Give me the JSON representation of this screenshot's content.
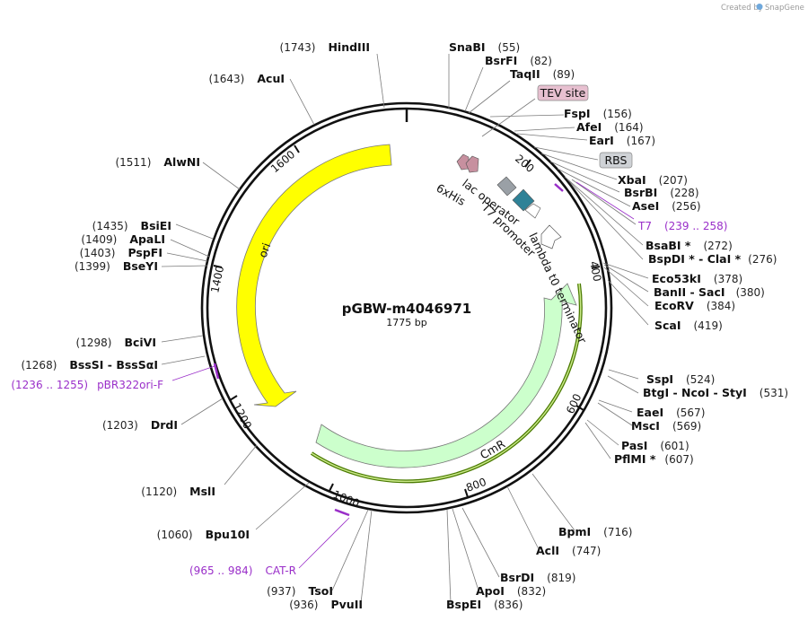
{
  "credit": {
    "text": "Created by",
    "brand": "SnapGene"
  },
  "map": {
    "title": "pGBW-m4046971",
    "length_label": "1775 bp",
    "total_bp": 1775,
    "ticks": [
      {
        "bp": 200,
        "label": "200"
      },
      {
        "bp": 400,
        "label": "400"
      },
      {
        "bp": 600,
        "label": "600"
      },
      {
        "bp": 800,
        "label": "800"
      },
      {
        "bp": 1000,
        "label": "1000"
      },
      {
        "bp": 1200,
        "label": "1200"
      },
      {
        "bp": 1400,
        "label": "1400"
      },
      {
        "bp": 1600,
        "label": "1600"
      }
    ]
  },
  "features": [
    {
      "name": "ori",
      "label": "ori",
      "color": "#ffff00"
    },
    {
      "name": "cmr",
      "label": "CmR",
      "color": "#ccffcc"
    },
    {
      "name": "lac-operator",
      "label": "lac operator",
      "color": "#9aa0a6"
    },
    {
      "name": "t7-promoter",
      "label": "T7 promoter",
      "color": "#2f8297"
    },
    {
      "name": "lambda-t0",
      "label": "lambda t0 terminator",
      "color": "#ffffff"
    },
    {
      "name": "6xhis",
      "label": "6xHis",
      "color": "#c7909f"
    }
  ],
  "boxed_labels": [
    {
      "name": "tev-site",
      "label": "TEV site",
      "color": "#e7c0d0"
    },
    {
      "name": "rbs",
      "label": "RBS",
      "color": "#cfd2d6"
    }
  ],
  "enzymes": [
    {
      "name": "SnaBI",
      "pos": "(55)"
    },
    {
      "name": "BsrFI",
      "pos": "(82)"
    },
    {
      "name": "TaqII",
      "pos": "(89)"
    },
    {
      "name": "FspI",
      "pos": "(156)"
    },
    {
      "name": "AfeI",
      "pos": "(164)"
    },
    {
      "name": "EarI",
      "pos": "(167)"
    },
    {
      "name": "XbaI",
      "pos": "(207)"
    },
    {
      "name": "BsrBI",
      "pos": "(228)"
    },
    {
      "name": "AseI",
      "pos": "(256)"
    },
    {
      "name": "BsaBI *",
      "pos": "(272)"
    },
    {
      "name": "BspDI * - ClaI *",
      "pos": "(276)"
    },
    {
      "name": "Eco53kI",
      "pos": "(378)"
    },
    {
      "name": "BanII - SacI",
      "pos": "(380)"
    },
    {
      "name": "EcoRV",
      "pos": "(384)"
    },
    {
      "name": "ScaI",
      "pos": "(419)"
    },
    {
      "name": "SspI",
      "pos": "(524)"
    },
    {
      "name": "BtgI - NcoI - StyI",
      "pos": "(531)"
    },
    {
      "name": "EaeI",
      "pos": "(567)"
    },
    {
      "name": "MscI",
      "pos": "(569)"
    },
    {
      "name": "PasI",
      "pos": "(601)"
    },
    {
      "name": "PflMI *",
      "pos": "(607)"
    },
    {
      "name": "BpmI",
      "pos": "(716)"
    },
    {
      "name": "AclI",
      "pos": "(747)"
    },
    {
      "name": "BsrDI",
      "pos": "(819)"
    },
    {
      "name": "ApoI",
      "pos": "(832)"
    },
    {
      "name": "BspEI",
      "pos": "(836)"
    },
    {
      "name": "PvuII",
      "pos": "(936)"
    },
    {
      "name": "TsoI",
      "pos": "(937)"
    },
    {
      "name": "Bpu10I",
      "pos": "(1060)"
    },
    {
      "name": "MslI",
      "pos": "(1120)"
    },
    {
      "name": "DrdI",
      "pos": "(1203)"
    },
    {
      "name": "BssSI - BssSαI",
      "pos": "(1268)"
    },
    {
      "name": "BciVI",
      "pos": "(1298)"
    },
    {
      "name": "BseYI",
      "pos": "(1399)"
    },
    {
      "name": "PspFI",
      "pos": "(1403)"
    },
    {
      "name": "ApaLI",
      "pos": "(1409)"
    },
    {
      "name": "BsiEI",
      "pos": "(1435)"
    },
    {
      "name": "AlwNI",
      "pos": "(1511)"
    },
    {
      "name": "AcuI",
      "pos": "(1643)"
    },
    {
      "name": "HindIII",
      "pos": "(1743)"
    }
  ],
  "primers": [
    {
      "name": "T7",
      "range": "(239 .. 258)"
    },
    {
      "name": "pBR322ori-F",
      "range": "(1236 .. 1255)"
    },
    {
      "name": "CAT-R",
      "range": "(965 .. 984)"
    }
  ],
  "colors": {
    "primer": "#9a2fc9",
    "backbone": "#111111",
    "leader": "#7a7a7a"
  }
}
